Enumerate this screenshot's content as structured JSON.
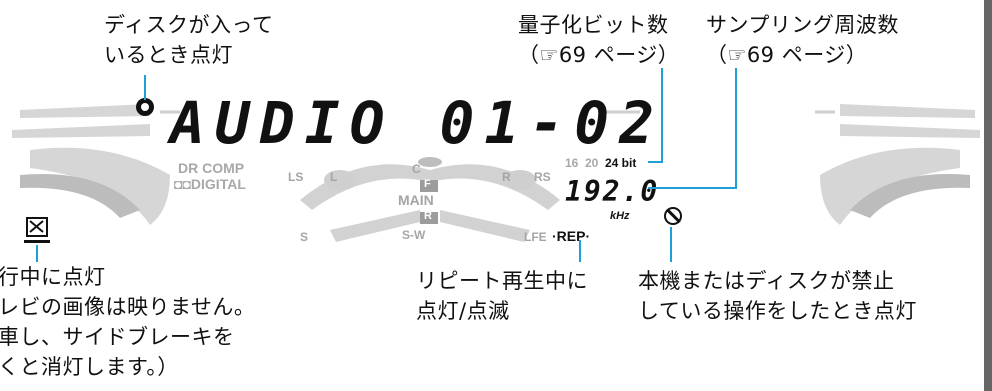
{
  "callouts": {
    "disc_indicator": "ディスクが入って\nいるとき点灯",
    "bit_depth": "量子化ビット数\n（☞69 ページ）",
    "sampling": "サンプリング周波数\n（☞69 ページ）",
    "drive_lock": "行中に点灯\nレビの画像は映りません。\n車し、サイドブレーキを\nくと消灯します。）",
    "repeat": "リピート再生中に\n点灯/点滅",
    "prohibit": "本機またはディスクが禁止\nしている操作をしたとき点灯"
  },
  "display": {
    "main_text": "AUDIO 01-02",
    "dr_comp": "DR COMP",
    "digital": "DIGITAL",
    "bit_16": "16",
    "bit_20": "20",
    "bit_24": "24 bit",
    "freq_value": "192.0",
    "freq_unit": "kHz",
    "rep": "·REP·",
    "ch_ls": "LS",
    "ch_l": "L",
    "ch_c": "C",
    "ch_r": "R",
    "ch_rs": "RS",
    "ch_s": "S",
    "ch_sw": "S-W",
    "ch_lfe": "LFE",
    "ch_main": "MAIN",
    "ch_f": "F",
    "ch_rr": "R"
  },
  "colors": {
    "leader": "#1e9fd6",
    "segment_dim": "#c8c8c8",
    "segment_lit": "#111111"
  },
  "icons": [
    "disc-indicator-icon",
    "drive-lock-icon",
    "prohibit-icon"
  ]
}
